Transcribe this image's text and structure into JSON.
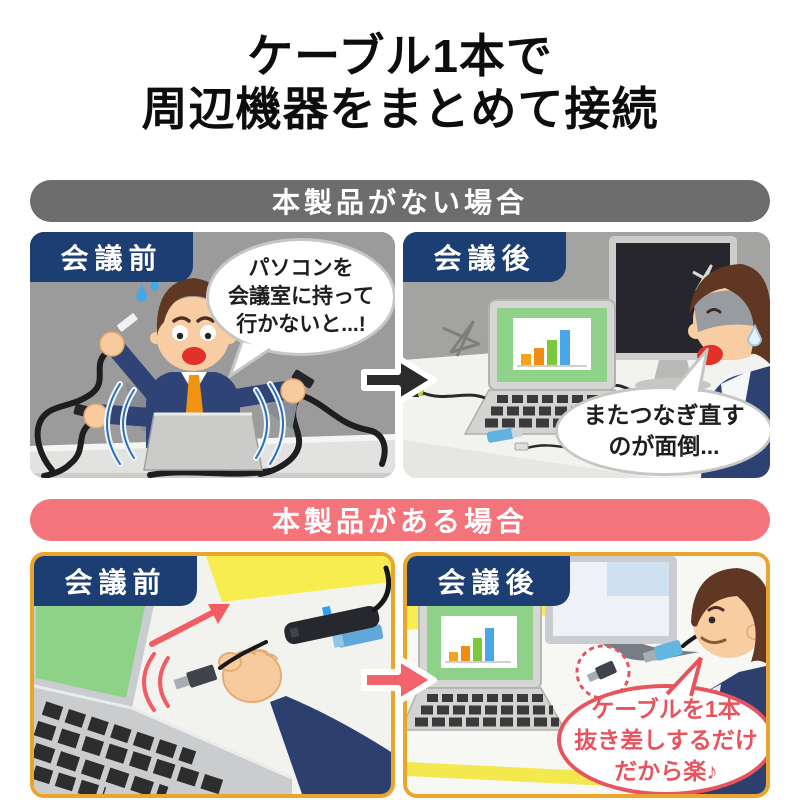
{
  "title": {
    "line1": "ケーブル1本で",
    "line2": "周辺機器をまとめて接続"
  },
  "section_without": {
    "banner_label": "本製品がない場合",
    "banner_color": "#6d6d6d",
    "panel_before": {
      "label": "会議前",
      "bubble_line1": "パソコンを",
      "bubble_line2": "会議室に持って",
      "bubble_line3": "行かないと...!"
    },
    "panel_after": {
      "label": "会議後",
      "bubble_line1": "またつなぎ直す",
      "bubble_line2": "のが面倒..."
    }
  },
  "section_with": {
    "banner_label": "本製品がある場合",
    "banner_color": "#f4747c",
    "panel_before": {
      "label": "会議前"
    },
    "panel_after": {
      "label": "会議後",
      "bubble_line1": "ケーブルを1本",
      "bubble_line2": "抜き差しするだけ",
      "bubble_line3": "だから楽♪"
    }
  },
  "colors": {
    "label_navy": "#1d3e73",
    "panel_border_orange": "#eca52c",
    "bubble_red": "#e8545e",
    "arrow_black": "#2b2b2b",
    "arrow_red": "#f2636c",
    "wall_gray": "#9b9b9b",
    "wall_yellow": "#f8ed4e"
  }
}
